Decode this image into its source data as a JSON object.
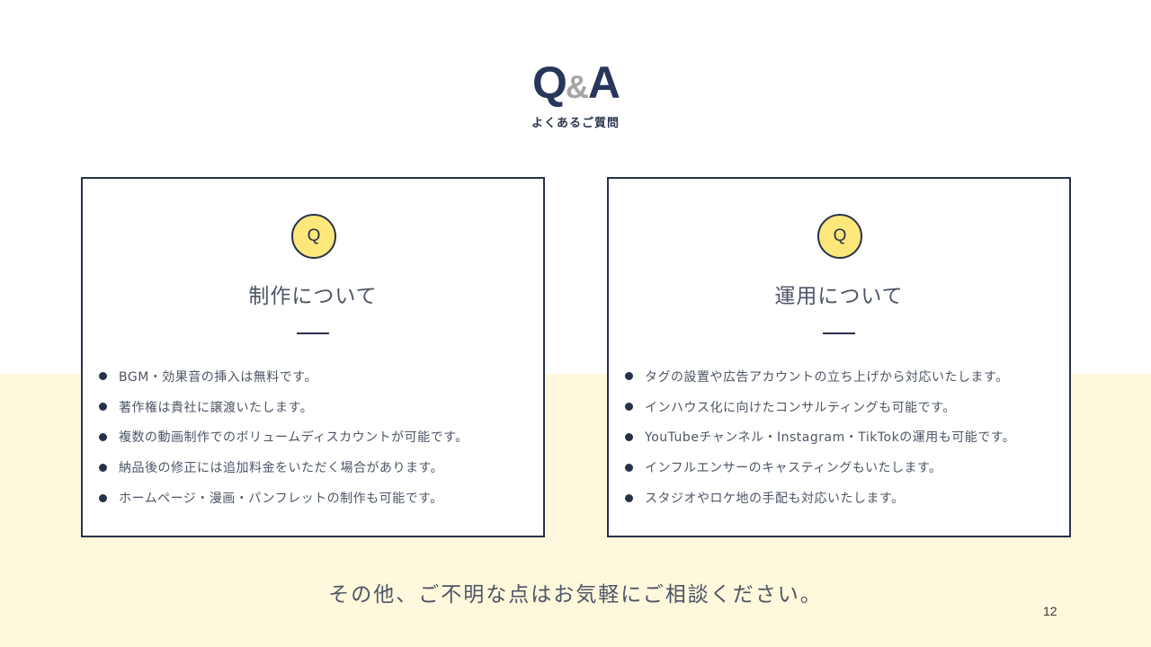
{
  "header": {
    "title_q": "Q",
    "title_amp": "&",
    "title_a": "A",
    "subtitle": "よくあるご質問"
  },
  "cards": [
    {
      "badge": "Q",
      "title": "制作について",
      "items": [
        "BGM・効果音の挿入は無料です。",
        "著作権は貴社に譲渡いたします。",
        "複数の動画制作でのボリュームディスカウントが可能です。",
        "納品後の修正には追加料金をいただく場合があります。",
        "ホームページ・漫画・パンフレットの制作も可能です。"
      ]
    },
    {
      "badge": "Q",
      "title": "運用について",
      "items": [
        "タグの設置や広告アカウントの立ち上げから対応いたします。",
        "インハウス化に向けたコンサルティングも可能です。",
        "YouTubeチャンネル・Instagram・TikTokの運用も可能です。",
        "インフルエンサーのキャスティングもいたします。",
        "スタジオやロケ地の手配も対応いたします。"
      ]
    }
  ],
  "footer": {
    "message": "その他、ご不明な点はお気軽にご相談ください。",
    "page_number": "12"
  },
  "colors": {
    "navy": "#27365a",
    "badge_yellow": "#fee77a",
    "band_yellow": "#fef8dc",
    "amp_gray": "#a5a5a5"
  }
}
